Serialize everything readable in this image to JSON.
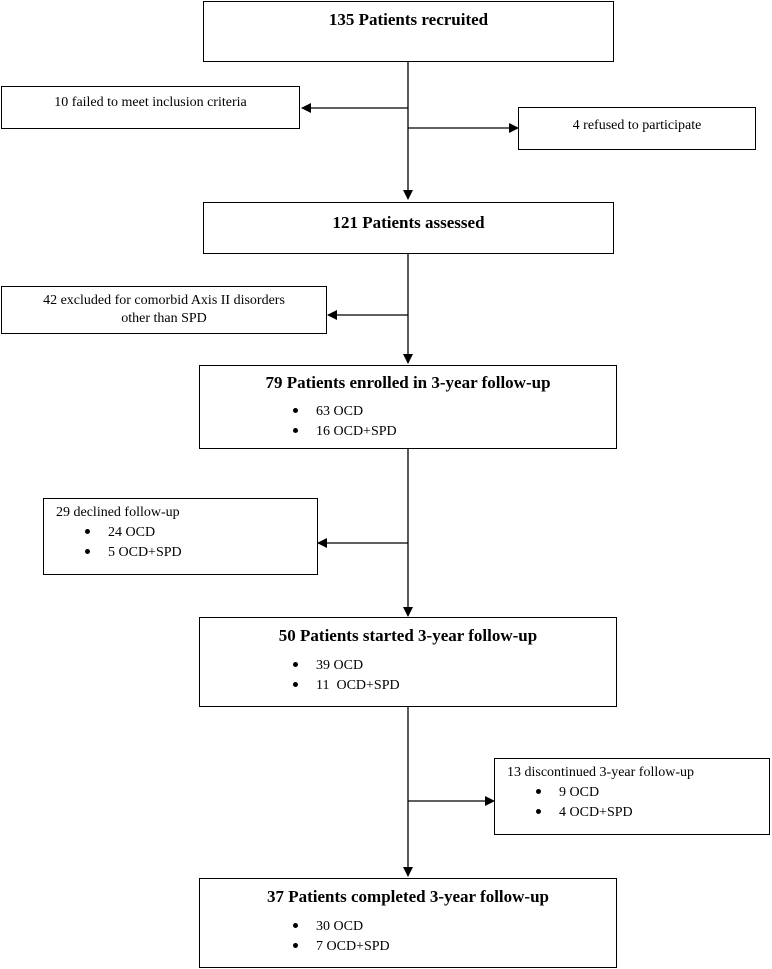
{
  "recruited": {
    "title": "135 Patients recruited"
  },
  "failed_inclusion": {
    "text": "10 failed to meet inclusion criteria"
  },
  "refused": {
    "text": "4 refused to participate"
  },
  "assessed": {
    "title": "121 Patients assessed"
  },
  "excluded": {
    "line1": "42 excluded for comorbid Axis II disorders",
    "line2": "other than SPD"
  },
  "enrolled": {
    "title": "79 Patients enrolled in 3-year follow-up",
    "items": [
      "63 OCD",
      "16 OCD+SPD"
    ]
  },
  "declined": {
    "text": "29 declined follow-up",
    "items": [
      "24 OCD",
      "5 OCD+SPD"
    ]
  },
  "started": {
    "title": "50 Patients started 3-year follow-up",
    "items": [
      "39 OCD",
      "11  OCD+SPD"
    ]
  },
  "discontinued": {
    "text": "13 discontinued 3-year follow-up",
    "items": [
      "9 OCD",
      "4 OCD+SPD"
    ]
  },
  "completed": {
    "title": "37 Patients completed 3-year follow-up",
    "items": [
      "30 OCD",
      "7 OCD+SPD"
    ]
  }
}
